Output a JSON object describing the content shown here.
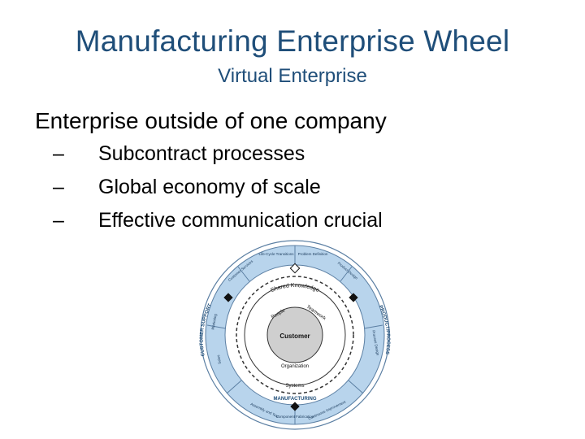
{
  "slide": {
    "title": "Manufacturing Enterprise Wheel",
    "subtitle": "Virtual Enterprise",
    "lead": "Enterprise outside of one company",
    "bullets": [
      {
        "dash": "–",
        "text": "Subcontract processes"
      },
      {
        "dash": "–",
        "text": "Global economy of scale"
      },
      {
        "dash": "–",
        "text": "Effective communication crucial"
      }
    ]
  },
  "wheel": {
    "center": "Customer",
    "inner_ring": [
      "People",
      "Teamwork",
      "Organization"
    ],
    "shared_knowledge": "Shared Knowledge",
    "systems": "Systems",
    "processes": [
      "CUSTOMER SUPPORT",
      "PRODUCT/PROCESS",
      "MANUFACTURING"
    ],
    "outer_segments": [
      "Life-Cycle Transitions",
      "Problem Definition",
      "Product Design",
      "Process Design",
      "Customer Services",
      "Marketing",
      "Sales",
      "Component Fabrication",
      "Assembly and Test",
      "Continuous Improvement"
    ],
    "colors": {
      "ring": "#b8d4ec",
      "ring_edge": "#5b7fa3",
      "hub": "#cfcfcf",
      "node": "#111111"
    }
  }
}
